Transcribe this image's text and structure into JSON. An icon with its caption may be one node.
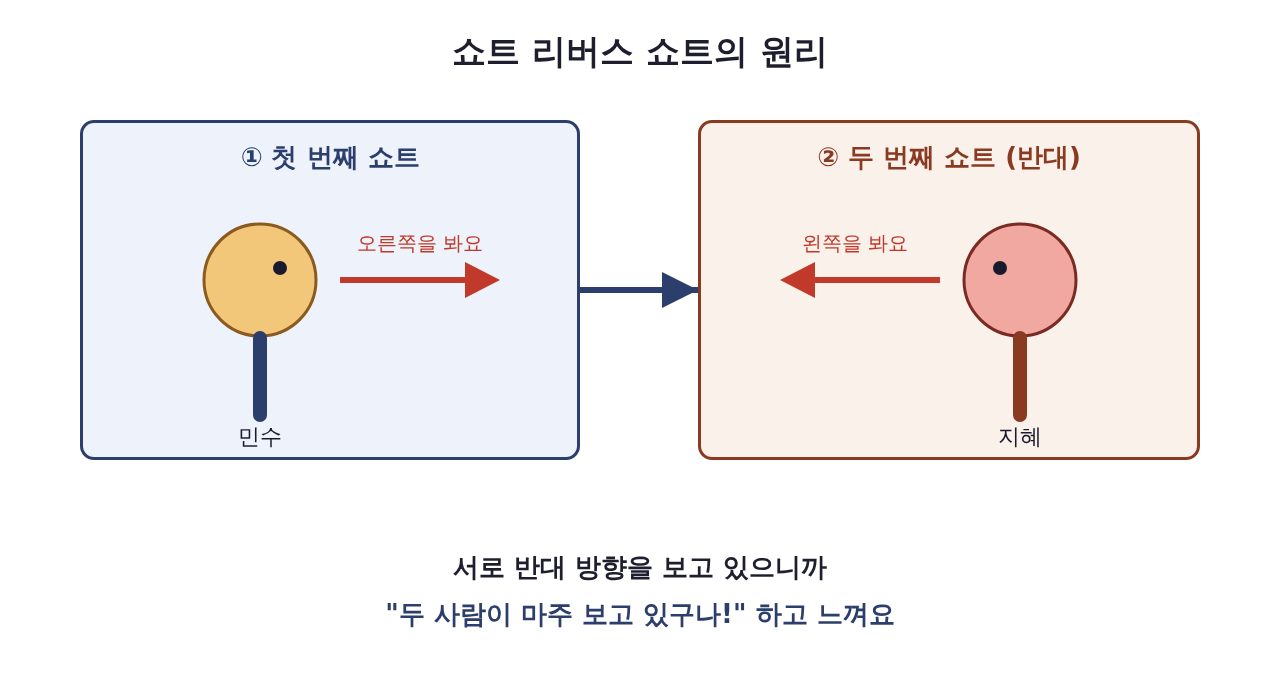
{
  "diagram": {
    "title": "쇼트 리버스 쇼트의 원리",
    "nodes": [
      {
        "text": [
          "① 첫 번째 쇼트"
        ]
      },
      {
        "text": [
          "민수"
        ],
        "in": 0
      },
      {
        "text": [
          "② 두 번째 쇼트 (반대)"
        ]
      },
      {
        "text": [
          "지혜"
        ],
        "in": 2
      }
    ],
    "edges": [
      {
        "from": 0,
        "to": 2,
        "arrow": "to"
      }
    ],
    "labels": [
      "오른쪽을 봐요",
      "왼쪽을 봐요",
      "서로 반대 방향을 보고 있으니까",
      "\"두 사람이 마주 보고 있구나!\" 하고 느껴요"
    ]
  }
}
